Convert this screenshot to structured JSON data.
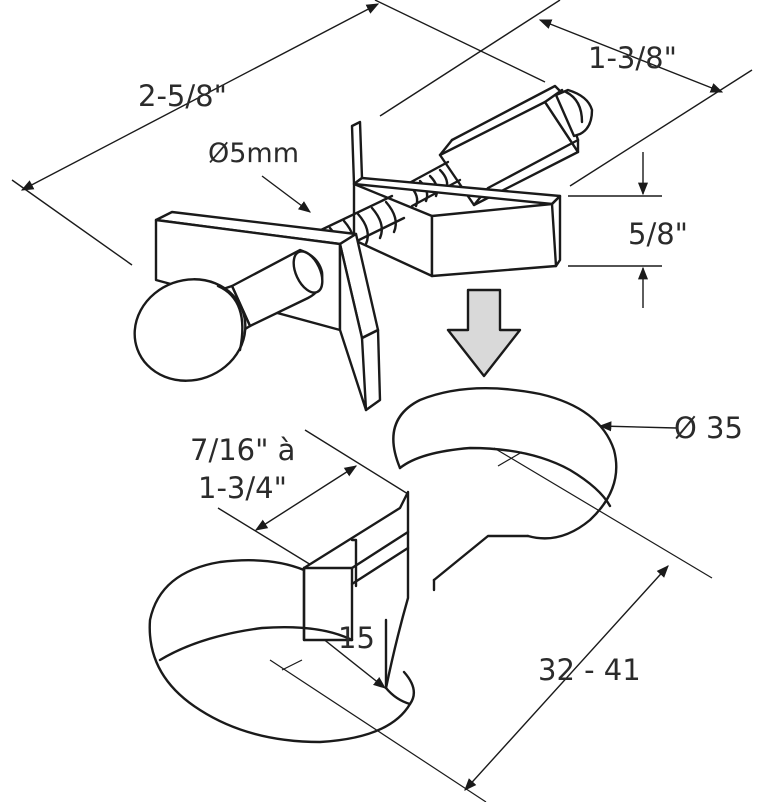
{
  "dimensions": {
    "overall_length": "2-5/8\"",
    "pin_diameter": "Ø5mm",
    "nut_length": "1-3/8\"",
    "bracket_width": "5/8\"",
    "panel_thickness_line1": "7/16\" à",
    "panel_thickness_line2": "1-3/4\"",
    "hole_diameter": "Ø 35",
    "slot_width": "15",
    "hole_spacing": "32 - 41"
  },
  "colors": {
    "line": "#1a1a1a",
    "arrow_fill": "#d9d9d9",
    "text": "#2b2b2b"
  }
}
